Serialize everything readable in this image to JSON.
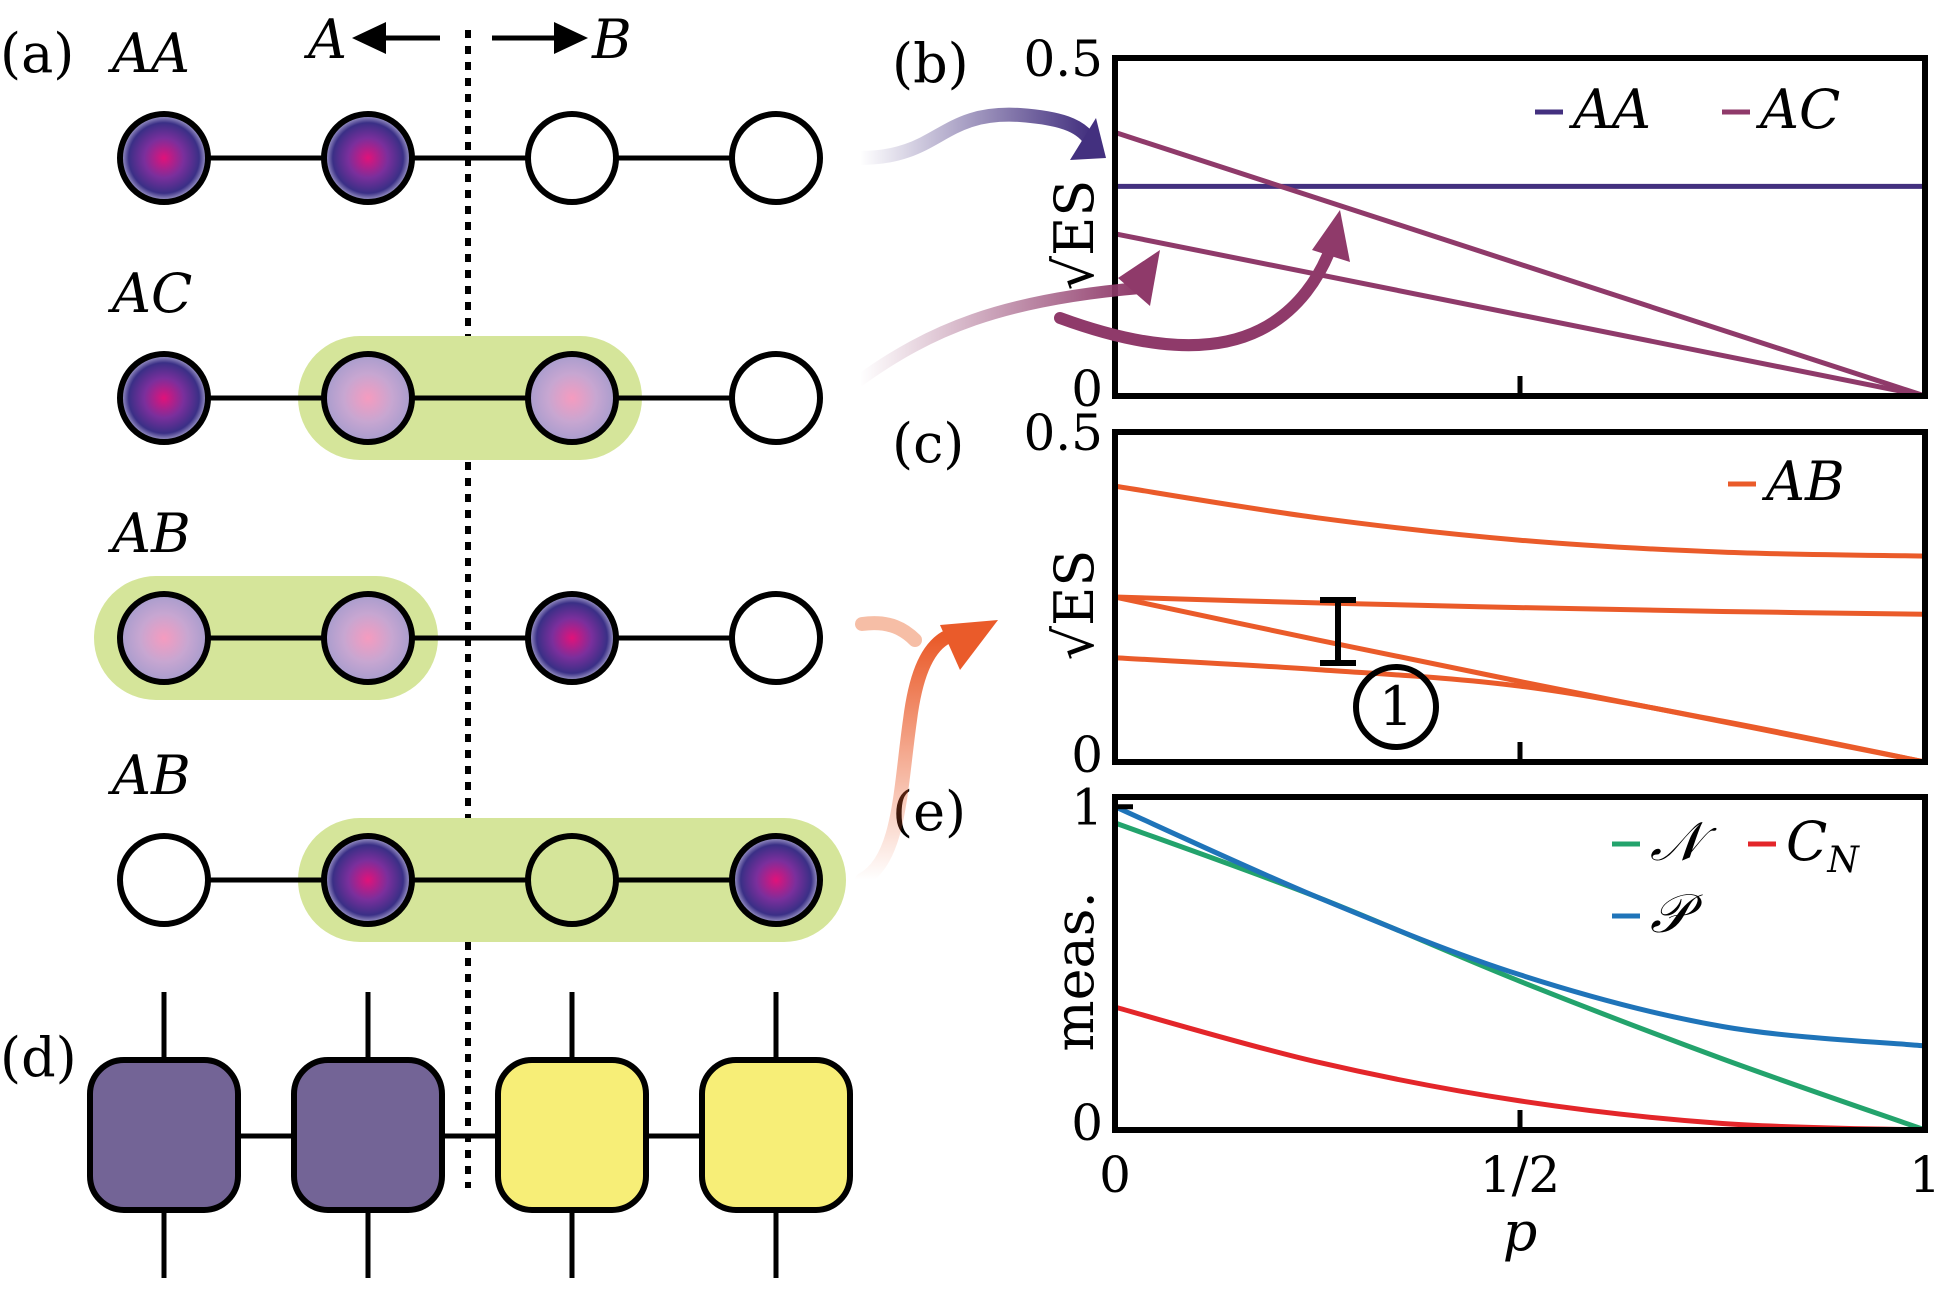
{
  "panel_labels": {
    "a": "(a)",
    "b": "(b)",
    "c": "(c)",
    "d": "(d)",
    "e": "(e)"
  },
  "chain": {
    "arrow_left": "A",
    "arrow_right": "B",
    "rows": [
      {
        "label": "AA",
        "sites": [
          "filled",
          "filled",
          "empty",
          "empty"
        ],
        "bonds": []
      },
      {
        "label": "AC",
        "sites": [
          "filled",
          "light",
          "light",
          "empty"
        ],
        "bonds": [
          [
            1,
            2
          ]
        ]
      },
      {
        "label": "AB",
        "sites": [
          "light",
          "light",
          "filled",
          "empty"
        ],
        "bonds": [
          [
            0,
            1
          ]
        ]
      },
      {
        "label": "AB",
        "sites": [
          "empty",
          "filled",
          "green",
          "filled"
        ],
        "bonds": [
          [
            1,
            3
          ]
        ]
      }
    ]
  },
  "tensors": {
    "colors": [
      "#736496",
      "#736496",
      "#f7ee77",
      "#f7ee77"
    ]
  },
  "colors": {
    "AA": "#43307f",
    "AC": "#8f3a6a",
    "AB": "#ea5b2a",
    "N": "#23a36c",
    "P": "#1f74b9",
    "CN": "#e3262a",
    "green_glow": "#d5e59a",
    "tensor_purple": "#736496",
    "tensor_yellow": "#f7ee77"
  },
  "chart_data": [
    {
      "panel": "(b)",
      "type": "line",
      "ylabel": "√ES",
      "xlim": [
        0,
        1
      ],
      "ylim": [
        0,
        0.5
      ],
      "yticks": [
        "0",
        "0.5"
      ],
      "legend": [
        "AA",
        "AC"
      ],
      "legend_placement": "top-right",
      "series": [
        {
          "name": "AA",
          "color_key": "AA",
          "x": [
            0,
            1
          ],
          "y": [
            0.31,
            0.31
          ]
        },
        {
          "name": "AC",
          "color_key": "AC",
          "x": [
            0,
            1
          ],
          "y": [
            0.39,
            0.0
          ]
        },
        {
          "name": "AC",
          "color_key": "AC",
          "x": [
            0,
            1
          ],
          "y": [
            0.24,
            0.0
          ]
        }
      ]
    },
    {
      "panel": "(c)",
      "type": "line",
      "ylabel": "√ES",
      "xlim": [
        0,
        1
      ],
      "ylim": [
        0,
        0.5
      ],
      "yticks": [
        "0",
        "0.5"
      ],
      "legend": [
        "AB"
      ],
      "legend_placement": "top-right",
      "annotation": "1",
      "series": [
        {
          "name": "AB",
          "color_key": "AB",
          "x": [
            0,
            0.25,
            0.5,
            0.75,
            1
          ],
          "y": [
            0.418,
            0.37,
            0.336,
            0.318,
            0.312
          ]
        },
        {
          "name": "AB",
          "color_key": "AB",
          "x": [
            0,
            0.25,
            0.5,
            0.75,
            1
          ],
          "y": [
            0.25,
            0.241,
            0.234,
            0.228,
            0.224
          ]
        },
        {
          "name": "AB",
          "color_key": "AB",
          "x": [
            0,
            0.25,
            0.5,
            0.75,
            1
          ],
          "y": [
            0.25,
            0.185,
            0.122,
            0.061,
            0.0
          ]
        },
        {
          "name": "AB",
          "color_key": "AB",
          "x": [
            0,
            0.25,
            0.5,
            0.75,
            1
          ],
          "y": [
            0.158,
            0.14,
            0.115,
            0.062,
            0.0
          ]
        }
      ]
    },
    {
      "panel": "(e)",
      "type": "line",
      "ylabel": "meas.",
      "xlabel": "p",
      "xlim": [
        0,
        1
      ],
      "ylim": [
        0,
        1.03
      ],
      "xticks": [
        "0",
        "1/2",
        "1"
      ],
      "yticks": [
        "0",
        "1"
      ],
      "legend": [
        "𝒩",
        "C_N",
        "𝒫"
      ],
      "legend_placement": "top-right",
      "series": [
        {
          "name": "𝒩",
          "color_key": "N",
          "x": [
            0,
            0.25,
            0.5,
            0.75,
            1
          ],
          "y": [
            0.95,
            0.72,
            0.46,
            0.22,
            0.0
          ]
        },
        {
          "name": "𝒫",
          "color_key": "P",
          "x": [
            0,
            0.25,
            0.5,
            0.75,
            1
          ],
          "y": [
            1.0,
            0.72,
            0.48,
            0.32,
            0.26
          ]
        },
        {
          "name": "C_N",
          "color_key": "CN",
          "x": [
            0,
            0.25,
            0.5,
            0.75,
            1
          ],
          "y": [
            0.38,
            0.21,
            0.09,
            0.02,
            0.0
          ]
        }
      ]
    }
  ]
}
